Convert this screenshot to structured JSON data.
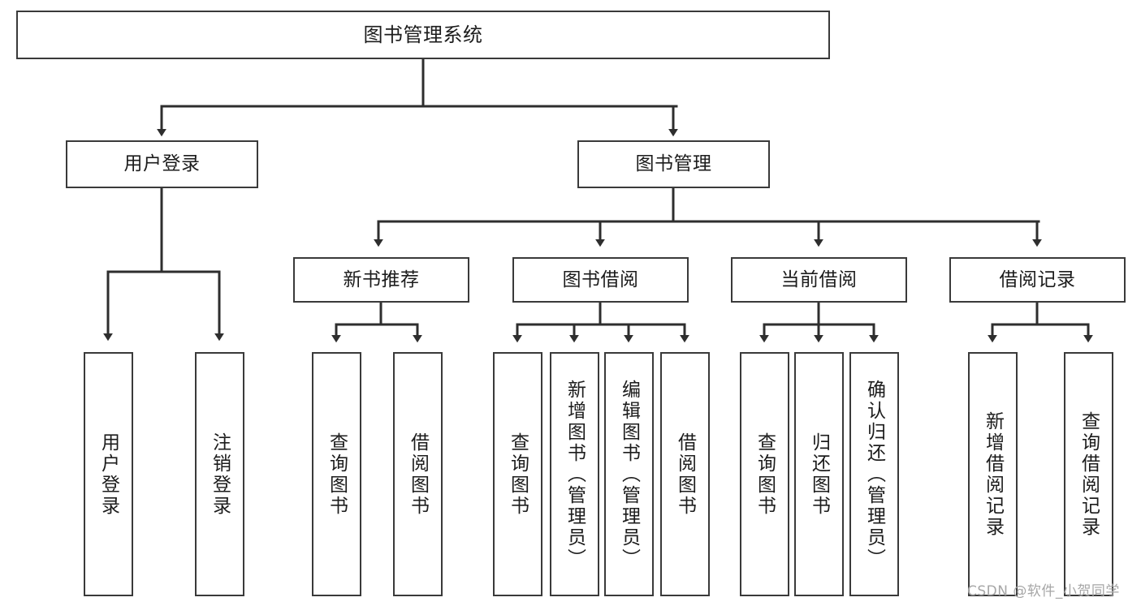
{
  "diagram": {
    "title": "图书管理系统",
    "type": "tree",
    "background": "#ffffff",
    "border_color": "#3a3a3a",
    "text_color": "#1c1c1c"
  },
  "nodes": {
    "root": {
      "label": "图书管理系统"
    },
    "level1": [
      {
        "id": "user-login",
        "label": "用户登录"
      },
      {
        "id": "book-manage",
        "label": "图书管理"
      }
    ],
    "level2": [
      {
        "id": "new-book-recommend",
        "label": "新书推荐"
      },
      {
        "id": "book-borrow",
        "label": "图书借阅"
      },
      {
        "id": "current-borrow",
        "label": "当前借阅"
      },
      {
        "id": "borrow-record",
        "label": "借阅记录"
      }
    ],
    "leaves": {
      "user_login": [
        {
          "id": "leaf-user-login",
          "label": "用户登录"
        },
        {
          "id": "leaf-logout",
          "label": "注销登录"
        }
      ],
      "new_book_recommend": [
        {
          "id": "leaf-query-book-1",
          "label": "查询图书"
        },
        {
          "id": "leaf-borrow-book-1",
          "label": "借阅图书"
        }
      ],
      "book_borrow": [
        {
          "id": "leaf-query-book-2",
          "label": "查询图书"
        },
        {
          "id": "leaf-add-book",
          "label": "新增图书（管理员）"
        },
        {
          "id": "leaf-edit-book",
          "label": "编辑图书（管理员）"
        },
        {
          "id": "leaf-borrow-book-2",
          "label": "借阅图书"
        }
      ],
      "current_borrow": [
        {
          "id": "leaf-query-book-3",
          "label": "查询图书"
        },
        {
          "id": "leaf-return-book",
          "label": "归还图书"
        },
        {
          "id": "leaf-confirm-return",
          "label": "确认归还（管理员）"
        }
      ],
      "borrow_record": [
        {
          "id": "leaf-add-record",
          "label": "新增借阅记录"
        },
        {
          "id": "leaf-query-record",
          "label": "查询借阅记录"
        }
      ]
    }
  },
  "watermark": {
    "text": "CSDN @软件_小贺同学"
  }
}
